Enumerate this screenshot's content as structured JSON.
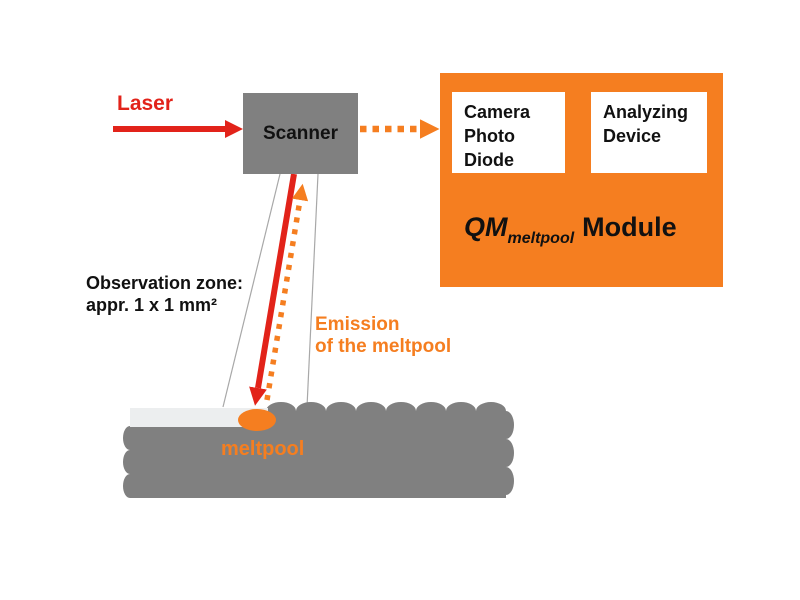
{
  "diagram": {
    "laser_label": "Laser",
    "scanner_label": "Scanner",
    "camera_box_label": "Camera\nPhoto\nDiode",
    "analyzing_box_label": "Analyzing\nDevice",
    "module_title": {
      "prefix": "QM",
      "subscript": "meltpool",
      "suffix": "Module"
    },
    "observation_zone_label": "Observation zone:\nappr. 1 x 1 mm²",
    "emission_label": "Emission\nof the meltpool",
    "meltpool_label": "meltpool"
  },
  "colors": {
    "laser_red": "#e2231a",
    "signal_orange": "#f57e20",
    "box_gray": "#808080",
    "powder_layer_light": "#eceeef",
    "cone_line_gray": "#a8a8a8"
  }
}
